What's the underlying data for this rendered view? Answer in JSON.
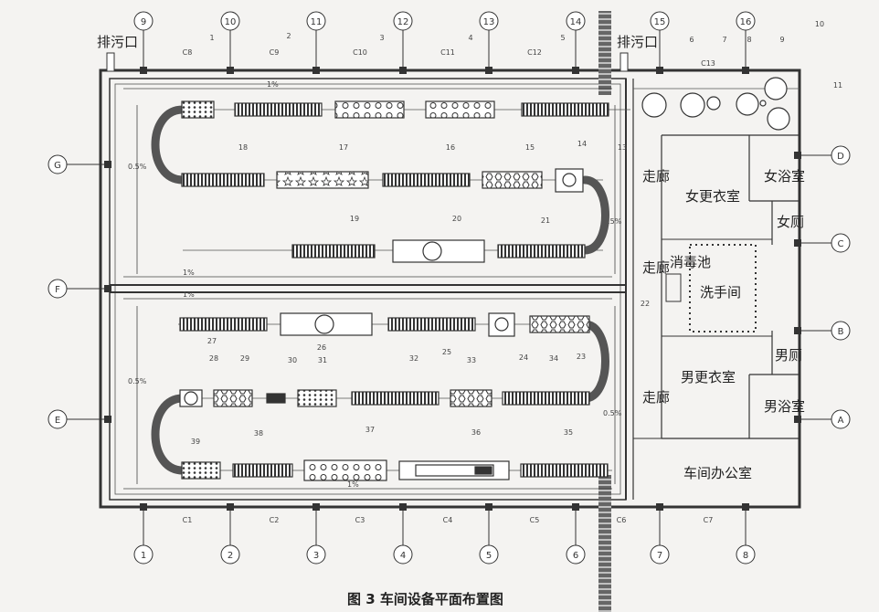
{
  "caption": "图 3  车间设备平面布置图",
  "top_axes": [
    "9",
    "10",
    "11",
    "12",
    "13",
    "14",
    "15",
    "16"
  ],
  "bottom_axes": [
    "1",
    "2",
    "3",
    "4",
    "5",
    "6",
    "7",
    "8"
  ],
  "right_axes": [
    "D",
    "C",
    "B",
    "A"
  ],
  "left_axes": [
    "G",
    "F",
    "E"
  ],
  "top_columns": [
    "C8",
    "C9",
    "C10",
    "C11",
    "C12",
    "C13"
  ],
  "bottom_columns": [
    "C1",
    "C2",
    "C3",
    "C4",
    "C5",
    "C6",
    "C7"
  ],
  "drain_labels": [
    "排污口",
    "排污口"
  ],
  "rooms": {
    "corridor": "走廊",
    "women_locker": "女更衣室",
    "women_bath": "女浴室",
    "women_wc": "女厕",
    "disinfect": "消毒池",
    "washroom": "洗手间",
    "men_wc": "男厕",
    "men_locker": "男更衣室",
    "men_bath": "男浴室",
    "office": "车间办公室"
  },
  "slope_labels": {
    "one_pct": "1%",
    "half_pct": "0.5%"
  },
  "equipment_numbers": [
    "1",
    "2",
    "3",
    "4",
    "5",
    "6",
    "7",
    "8",
    "9",
    "10",
    "11",
    "13",
    "14",
    "15",
    "16",
    "17",
    "18",
    "19",
    "20",
    "21",
    "22",
    "23",
    "24",
    "25",
    "26",
    "27",
    "28",
    "29",
    "30",
    "31",
    "32",
    "33",
    "34",
    "35",
    "36",
    "37",
    "38",
    "39"
  ]
}
